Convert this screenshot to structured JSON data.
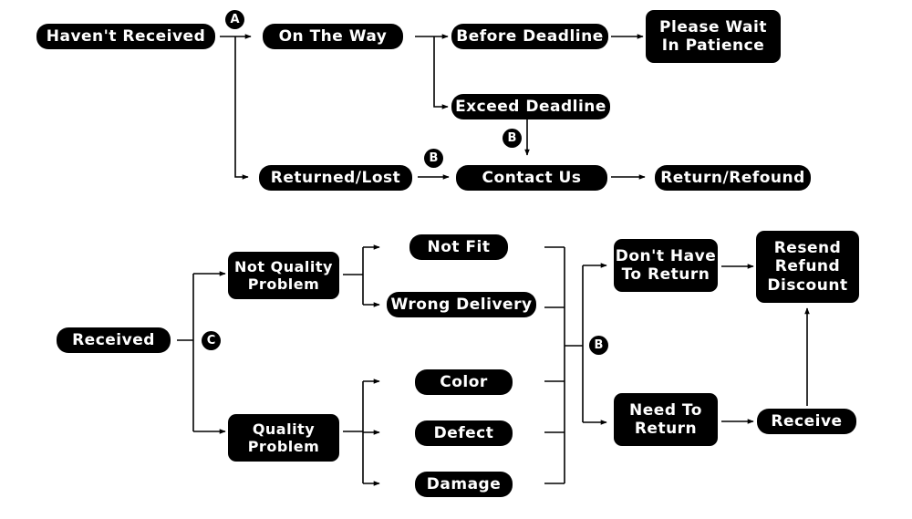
{
  "colors": {
    "node_fill": "#000000",
    "node_text": "#ffffff",
    "background": "#ffffff",
    "connector": "#000000"
  },
  "markers": {
    "a": "A",
    "b": "B",
    "c": "C"
  },
  "top_flow": {
    "havent_received": "Haven't Received",
    "on_the_way": "On The Way",
    "before_deadline": "Before Deadline",
    "please_wait": "Please Wait\nIn Patience",
    "exceed_deadline": "Exceed Deadline",
    "returned_lost": "Returned/Lost",
    "contact_us": "Contact Us",
    "return_refund": "Return/Refound"
  },
  "bottom_flow": {
    "received": "Received",
    "not_quality_problem": "Not Quality\nProblem",
    "quality_problem": "Quality\nProblem",
    "not_fit": "Not Fit",
    "wrong_delivery": "Wrong Delivery",
    "color": "Color",
    "defect": "Defect",
    "damage": "Damage",
    "dont_have_to_return": "Don't Have\nTo Return",
    "need_to_return": "Need To\nReturn",
    "resend_refund_discount": "Resend\nRefund\nDiscount",
    "receive": "Receive"
  }
}
